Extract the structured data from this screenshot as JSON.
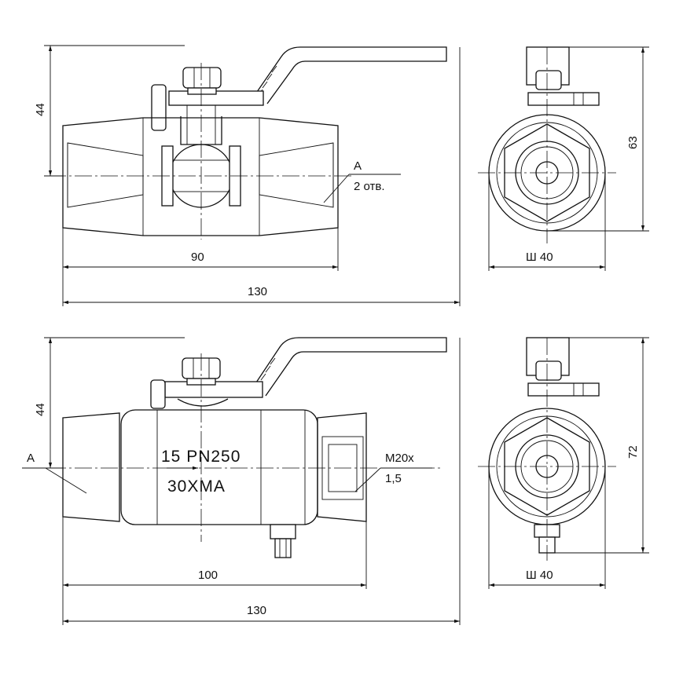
{
  "views": {
    "front_top": {
      "dim_height": "44",
      "dim_inner": "90",
      "dim_total": "130",
      "callout_letter": "A",
      "callout_note": "2 отв."
    },
    "side_top": {
      "dim_height": "63",
      "dim_width": "Ш 40"
    },
    "front_bottom": {
      "dim_height": "44",
      "dim_inner": "100",
      "dim_total": "130",
      "callout_letter": "A",
      "thread_line1": "M20x",
      "thread_line2": "1,5",
      "marking_line1": "15 PN250",
      "marking_line2": "30XMA"
    },
    "side_bottom": {
      "dim_height": "72",
      "dim_width": "Ш 40"
    }
  }
}
